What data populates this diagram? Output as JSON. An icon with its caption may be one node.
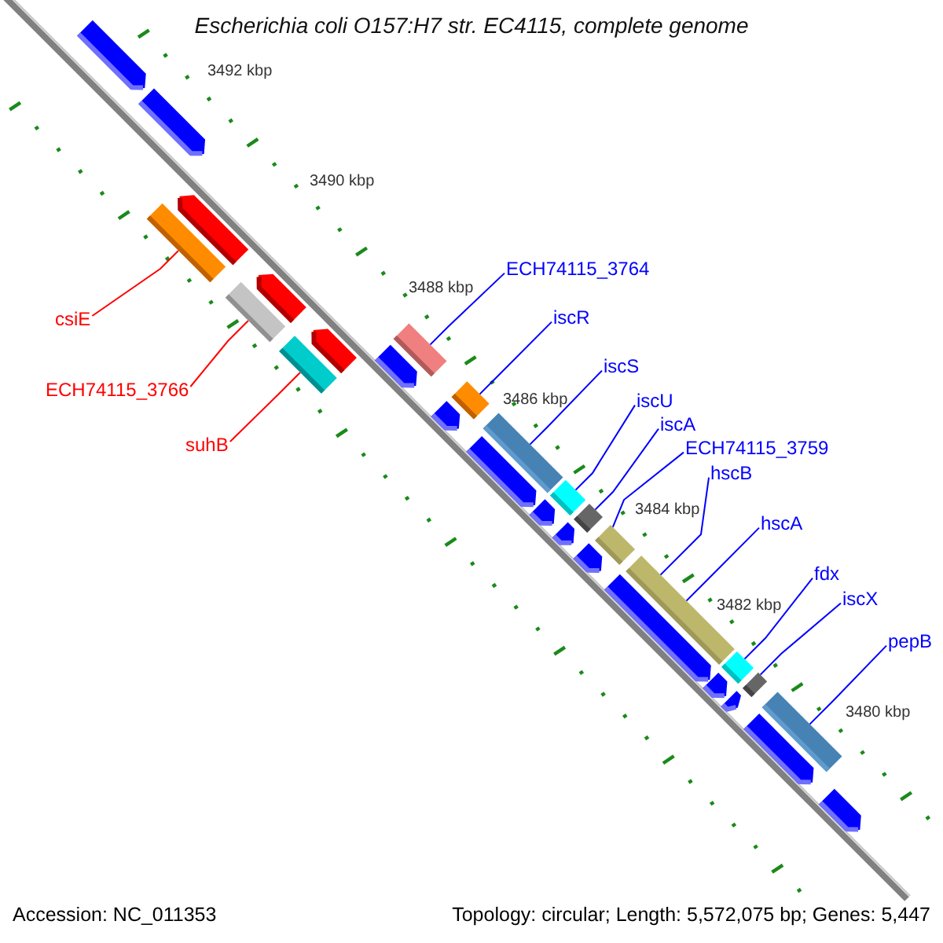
{
  "diagram": {
    "title": "Escherichia coli O157:H7 str. EC4115, complete genome",
    "nodes": [
      {
        "text": [],
        "shape": "arrow"
      },
      {
        "text": [],
        "shape": "arrow"
      },
      {
        "text": [],
        "shape": "arrow"
      },
      {
        "text": [],
        "shape": "bar"
      },
      {
        "text": [],
        "shape": "arrow"
      },
      {
        "text": [],
        "shape": "bar"
      },
      {
        "text": [],
        "shape": "arrow"
      },
      {
        "text": [],
        "shape": "bar"
      },
      {
        "text": [],
        "shape": "arrow"
      },
      {
        "text": [],
        "shape": "bar"
      },
      {
        "text": [],
        "shape": "arrow"
      },
      {
        "text": [],
        "shape": "bar"
      },
      {
        "text": [],
        "shape": "bar"
      },
      {
        "text": [],
        "shape": "arrow"
      },
      {
        "text": [],
        "shape": "bar"
      },
      {
        "text": [],
        "shape": "arrow"
      },
      {
        "text": [],
        "shape": "bar"
      },
      {
        "text": [],
        "shape": "arrow"
      },
      {
        "text": [],
        "shape": "bar"
      },
      {
        "text": [],
        "shape": "arrow"
      },
      {
        "text": [],
        "shape": "bar"
      },
      {
        "text": [],
        "shape": "arrow"
      },
      {
        "text": [],
        "shape": "bar"
      },
      {
        "text": [],
        "shape": "arrow"
      },
      {
        "text": [],
        "shape": "bar"
      },
      {
        "text": [],
        "shape": "arrow"
      },
      {
        "text": [],
        "shape": "bar"
      },
      {
        "text": [],
        "shape": "arrow"
      },
      {
        "text": [],
        "shape": "arrow"
      },
      {
        "text": [
          "csiE"
        ]
      },
      {
        "text": [
          "ECH74115_3766"
        ]
      },
      {
        "text": [
          "suhB"
        ]
      },
      {
        "text": [
          "ECH74115_3764"
        ]
      },
      {
        "text": [
          "iscR"
        ]
      },
      {
        "text": [
          "iscS"
        ]
      },
      {
        "text": [
          "iscU"
        ]
      },
      {
        "text": [
          "iscA"
        ]
      },
      {
        "text": [
          "ECH74115_3759"
        ]
      },
      {
        "text": [
          "hscB"
        ]
      },
      {
        "text": [
          "hscA"
        ]
      },
      {
        "text": [
          "fdx"
        ]
      },
      {
        "text": [
          "iscX"
        ]
      },
      {
        "text": [
          "pepB"
        ]
      }
    ],
    "edges": [
      {
        "from": 29,
        "to": 3,
        "arrow": "none",
        "color": "#ff0000"
      },
      {
        "from": 30,
        "to": 5,
        "arrow": "none",
        "color": "#ff0000"
      },
      {
        "from": 31,
        "to": 7,
        "arrow": "none",
        "color": "#ff0000"
      },
      {
        "from": 32,
        "to": 9,
        "arrow": "none"
      },
      {
        "from": 33,
        "to": 11,
        "arrow": "none"
      },
      {
        "from": 34,
        "to": 12,
        "arrow": "none"
      },
      {
        "from": 35,
        "to": 14,
        "arrow": "none"
      },
      {
        "from": 36,
        "to": 16,
        "arrow": "none"
      },
      {
        "from": 37,
        "to": 18,
        "arrow": "none"
      },
      {
        "from": 38,
        "to": 20,
        "arrow": "none"
      },
      {
        "from": 39,
        "to": 20,
        "arrow": "none"
      },
      {
        "from": 40,
        "to": 22,
        "arrow": "none"
      },
      {
        "from": 41,
        "to": 24,
        "arrow": "none"
      },
      {
        "from": 42,
        "to": 26,
        "arrow": "none"
      }
    ],
    "labels": [
      "3492 kbp",
      "3490 kbp",
      "3488 kbp",
      "3486 kbp",
      "3484 kbp",
      "3482 kbp",
      "3480 kbp",
      "Accession: NC_011353",
      "Topology: circular; Length: 5,572,075 bp; Genes: 5,447"
    ]
  }
}
